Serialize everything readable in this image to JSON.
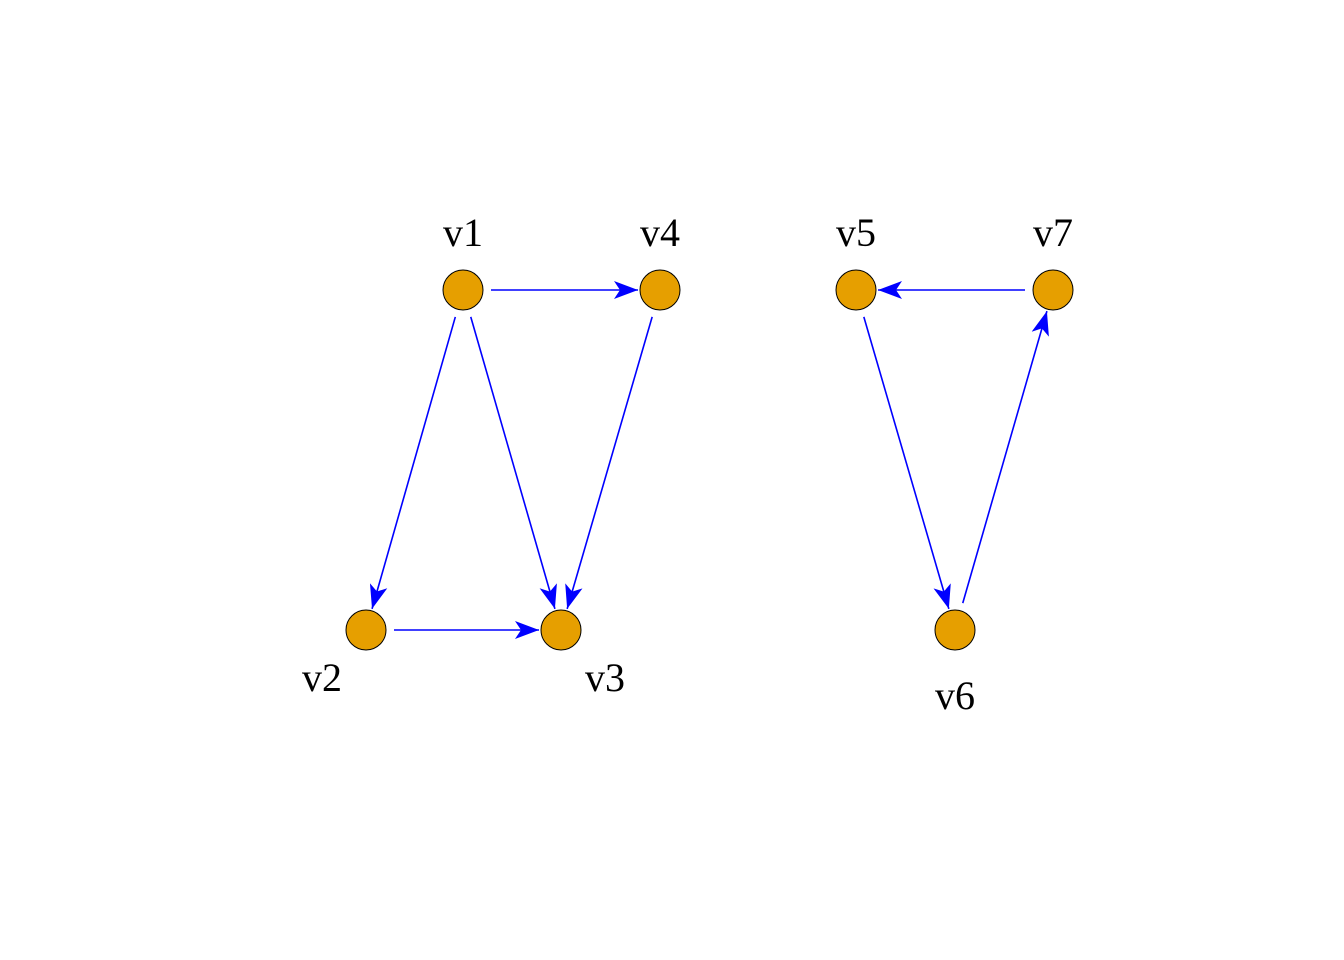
{
  "diagram": {
    "colors": {
      "node_fill": "#E69F00",
      "node_stroke": "#000000",
      "edge": "#0000FF",
      "label": "#000000",
      "background": "#FFFFFF"
    },
    "nodes": [
      {
        "id": "v1",
        "label": "v1"
      },
      {
        "id": "v2",
        "label": "v2"
      },
      {
        "id": "v3",
        "label": "v3"
      },
      {
        "id": "v4",
        "label": "v4"
      },
      {
        "id": "v5",
        "label": "v5"
      },
      {
        "id": "v6",
        "label": "v6"
      },
      {
        "id": "v7",
        "label": "v7"
      }
    ],
    "edges": [
      {
        "from": "v1",
        "to": "v4"
      },
      {
        "from": "v1",
        "to": "v2"
      },
      {
        "from": "v1",
        "to": "v3"
      },
      {
        "from": "v4",
        "to": "v3"
      },
      {
        "from": "v2",
        "to": "v3"
      },
      {
        "from": "v7",
        "to": "v5"
      },
      {
        "from": "v5",
        "to": "v6"
      },
      {
        "from": "v6",
        "to": "v7"
      }
    ]
  }
}
